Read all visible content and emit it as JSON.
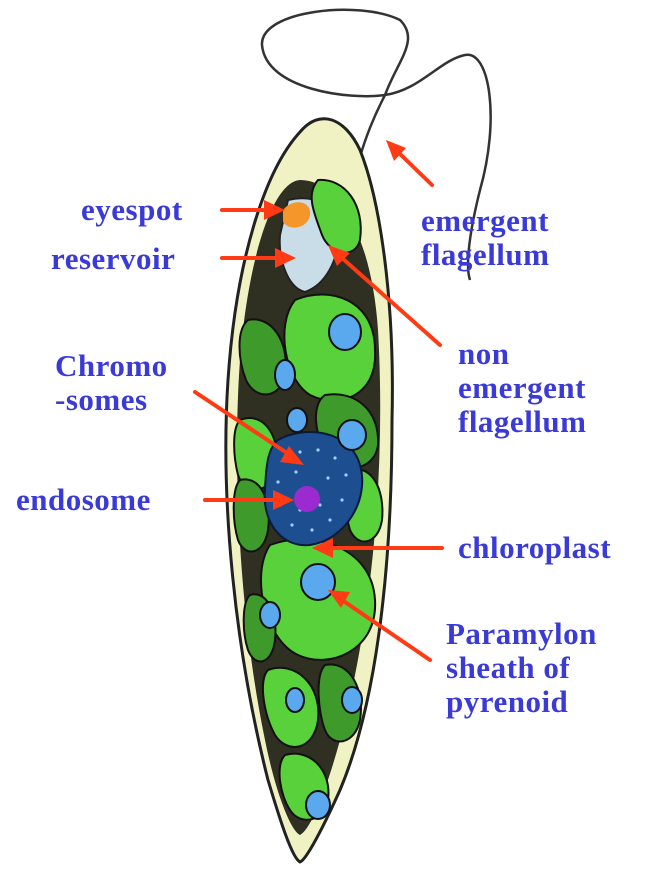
{
  "colors": {
    "label_text": "#3a3ad8",
    "arrow": "#ff3a14",
    "cell_outer": "#f0f2c4",
    "chloroplast_light": "#58d13a",
    "chloroplast_dark": "#3f9a2c",
    "paramylon": "#5aa8ee",
    "nucleus": "#1c4e90",
    "endosome": "#9b2bd0",
    "eyespot": "#f5962a",
    "reservoir": "#c9dde8"
  },
  "labels": {
    "eyespot": "eyespot",
    "reservoir": "reservoir",
    "chromosomes": [
      "Chromo",
      "-somes"
    ],
    "endosome": "endosome",
    "emergent_flagellum": [
      "emergent",
      "flagellum"
    ],
    "non_emergent_flagellum": [
      "non",
      "emergent",
      "flagellum"
    ],
    "chloroplast": "chloroplast",
    "paramylon": [
      "Paramylon",
      "sheath of",
      "pyrenoid"
    ]
  }
}
